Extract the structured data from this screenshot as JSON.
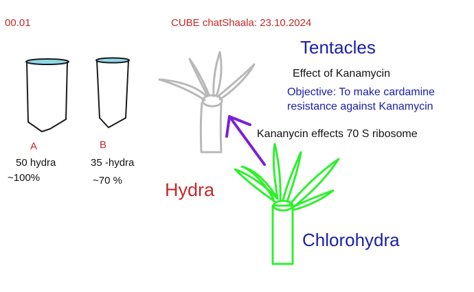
{
  "header": {
    "slide_number": "00.01",
    "session_title": "CUBE chatShaala: 23.10.2024"
  },
  "labels": {
    "tentacles": "Tentacles",
    "effect": "Effect of Kanamycin",
    "objective_line1": "Objective: To make cardamine",
    "objective_line2": "resistance against Kanamycin",
    "effect_note": "Kananycin effects 70 S ribosome",
    "hydra": "Hydra",
    "chlorohydra": "Chlorohydra"
  },
  "tubes": [
    {
      "letter": "A",
      "count": "50 hydra",
      "percent": "~100%"
    },
    {
      "letter": "B",
      "count": "35 -hydra",
      "percent": "~70 %"
    }
  ],
  "colors": {
    "red_text": "#c62828",
    "blue_text": "#1a20a8",
    "hydra_gray": "#b8b8b8",
    "chlorohydra_green": "#2ef02e",
    "arrow_purple": "#7a1fd6",
    "tube_cap": "#8fd8e8"
  },
  "icons": {
    "tube": "test-tube-icon",
    "hydra": "hydra-drawing",
    "chlorohydra": "chlorohydra-drawing",
    "arrow": "arrow-up-right-icon"
  }
}
